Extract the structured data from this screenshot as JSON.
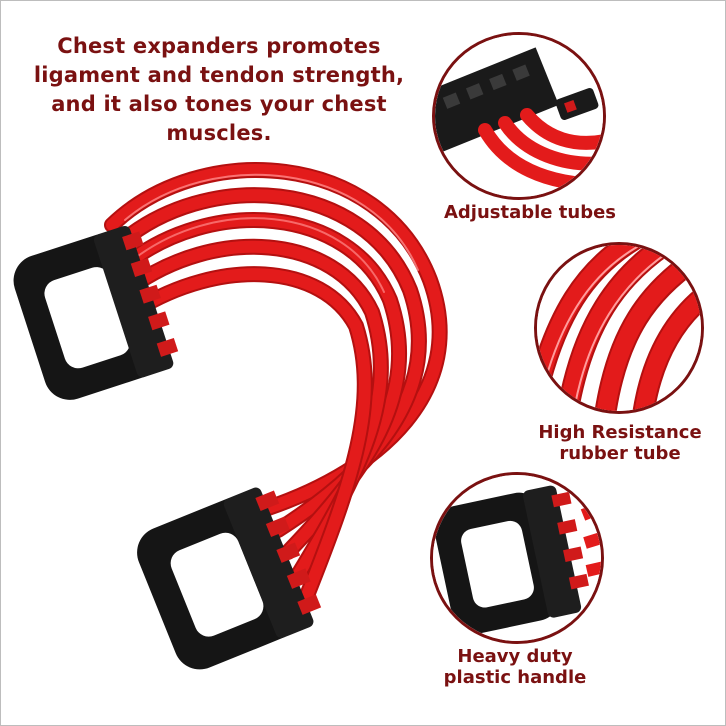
{
  "headline": {
    "lines": [
      "Chest expanders promotes",
      "ligament and tendon strength,",
      "and it also tones your chest",
      "muscles."
    ]
  },
  "callouts": {
    "adjustable": {
      "label": "Adjustable tubes"
    },
    "resistance": {
      "lines": [
        "High Resistance",
        "rubber tube"
      ]
    },
    "handle": {
      "lines": [
        "Heavy duty",
        "plastic handle"
      ]
    }
  },
  "colors": {
    "accent": "#7a1111",
    "tube": "#e31b1b",
    "handle": "#151515",
    "border": "#bdbdbd",
    "background": "#ffffff"
  },
  "icons": [
    "chest-expander-illustration",
    "tube-clip-closeup",
    "tubes-closeup",
    "handle-closeup"
  ]
}
